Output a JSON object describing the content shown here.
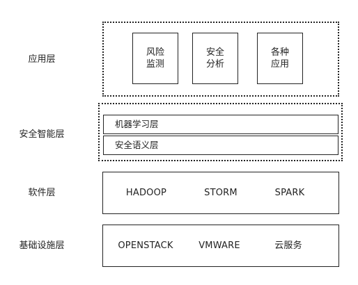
{
  "layers": {
    "application": {
      "label": "应用层",
      "modules": [
        {
          "line1": "风险",
          "line2": "监测"
        },
        {
          "line1": "安全",
          "line2": "分析"
        },
        {
          "line1": "各种",
          "line2": "应用"
        }
      ]
    },
    "security_intelligence": {
      "label": "安全智能层",
      "bars": [
        "机器学习层",
        "安全语义层"
      ]
    },
    "software": {
      "label": "软件层",
      "items": [
        "HADOOP",
        "STORM",
        "SPARK"
      ]
    },
    "infrastructure": {
      "label": "基础设施层",
      "items": [
        "OPENSTACK",
        "VMWARE",
        "云服务"
      ]
    }
  }
}
